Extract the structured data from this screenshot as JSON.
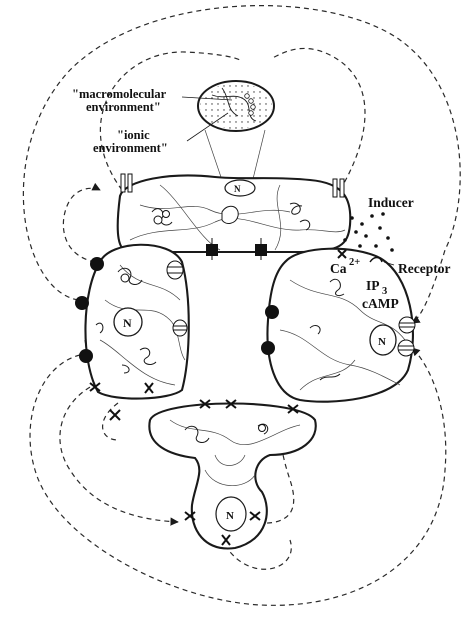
{
  "labels": {
    "macromolecular": "\"macromolecular",
    "macromolecular_2": "environment\"",
    "ionic": "\"ionic",
    "ionic_2": "environment\"",
    "inducer": "Inducer",
    "receptor": "Receptor",
    "ca": "Ca",
    "ca_sup": "2+",
    "ip": "IP",
    "ip_sub": "3",
    "camp": "cAMP",
    "nucleus": "N"
  },
  "colors": {
    "ink": "#1a1a1a",
    "background": "#ffffff"
  }
}
